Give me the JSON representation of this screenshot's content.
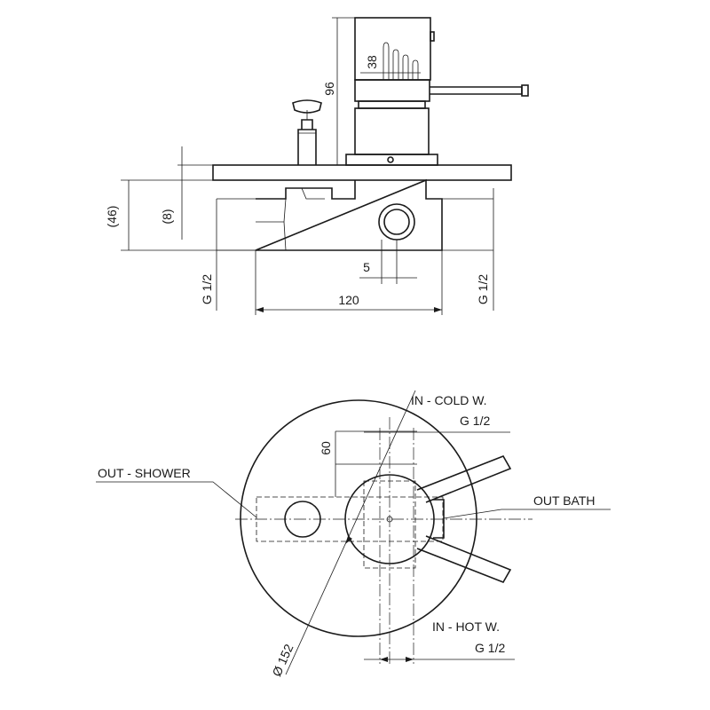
{
  "side_view": {
    "dim_height": "96",
    "dim_lever": "38",
    "dim_body_depth": "(46)",
    "dim_plate_depth": "(8)",
    "dim_thread_left": "G 1/2",
    "dim_thread_right": "G 1/2",
    "dim_width": "120",
    "dim_offset": "5"
  },
  "front_view": {
    "in_cold_line1": "IN - COLD W.",
    "in_cold_line2": "G 1/2",
    "out_shower": "OUT - SHOWER",
    "out_bath": "OUT BATH",
    "in_hot_line1": "IN - HOT W.",
    "in_hot_line2": "G 1/2",
    "dim_spacing": "60",
    "dim_diameter": "Ø 152"
  }
}
